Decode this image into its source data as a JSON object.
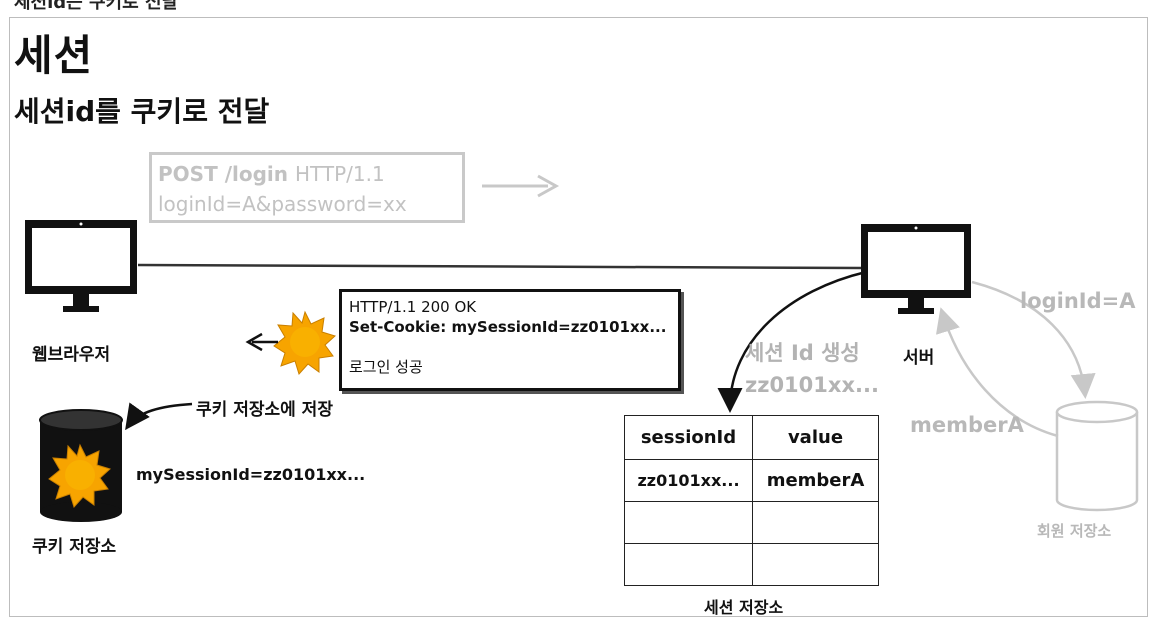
{
  "header": {
    "breadcrumb": "세션id는 쿠키로 전달",
    "title": "세션",
    "subtitle": "세션id를 쿠키로 전달"
  },
  "request": {
    "method": "POST",
    "path": "/login",
    "protocol": "HTTP/1.1",
    "body": "loginId=A&password=xx"
  },
  "response": {
    "status_line": "HTTP/1.1 200 OK",
    "set_cookie": "Set-Cookie: mySessionId=zz0101xx...",
    "body": "로그인 성공"
  },
  "nodes": {
    "browser": "웹브라우저",
    "server": "서버",
    "cookie_store": "쿠키 저장소",
    "member_store": "회원 저장소",
    "session_store": "세션 저장소"
  },
  "annotations": {
    "store_cookie": "쿠키 저장소에 저장",
    "cookie_value": "mySessionId=zz0101xx...",
    "session_create_line1": "세션 Id 생성",
    "session_create_line2": "zz0101xx...",
    "login_id": "loginId=A",
    "member": "memberA"
  },
  "session_table": {
    "headers": [
      "sessionId",
      "value"
    ],
    "rows": [
      [
        "zz0101xx...",
        "memberA"
      ],
      [
        "",
        ""
      ],
      [
        "",
        ""
      ]
    ]
  },
  "colors": {
    "dark": "#111111",
    "faded": "#c2c2c2",
    "cookie_orange": "#f7a400"
  }
}
